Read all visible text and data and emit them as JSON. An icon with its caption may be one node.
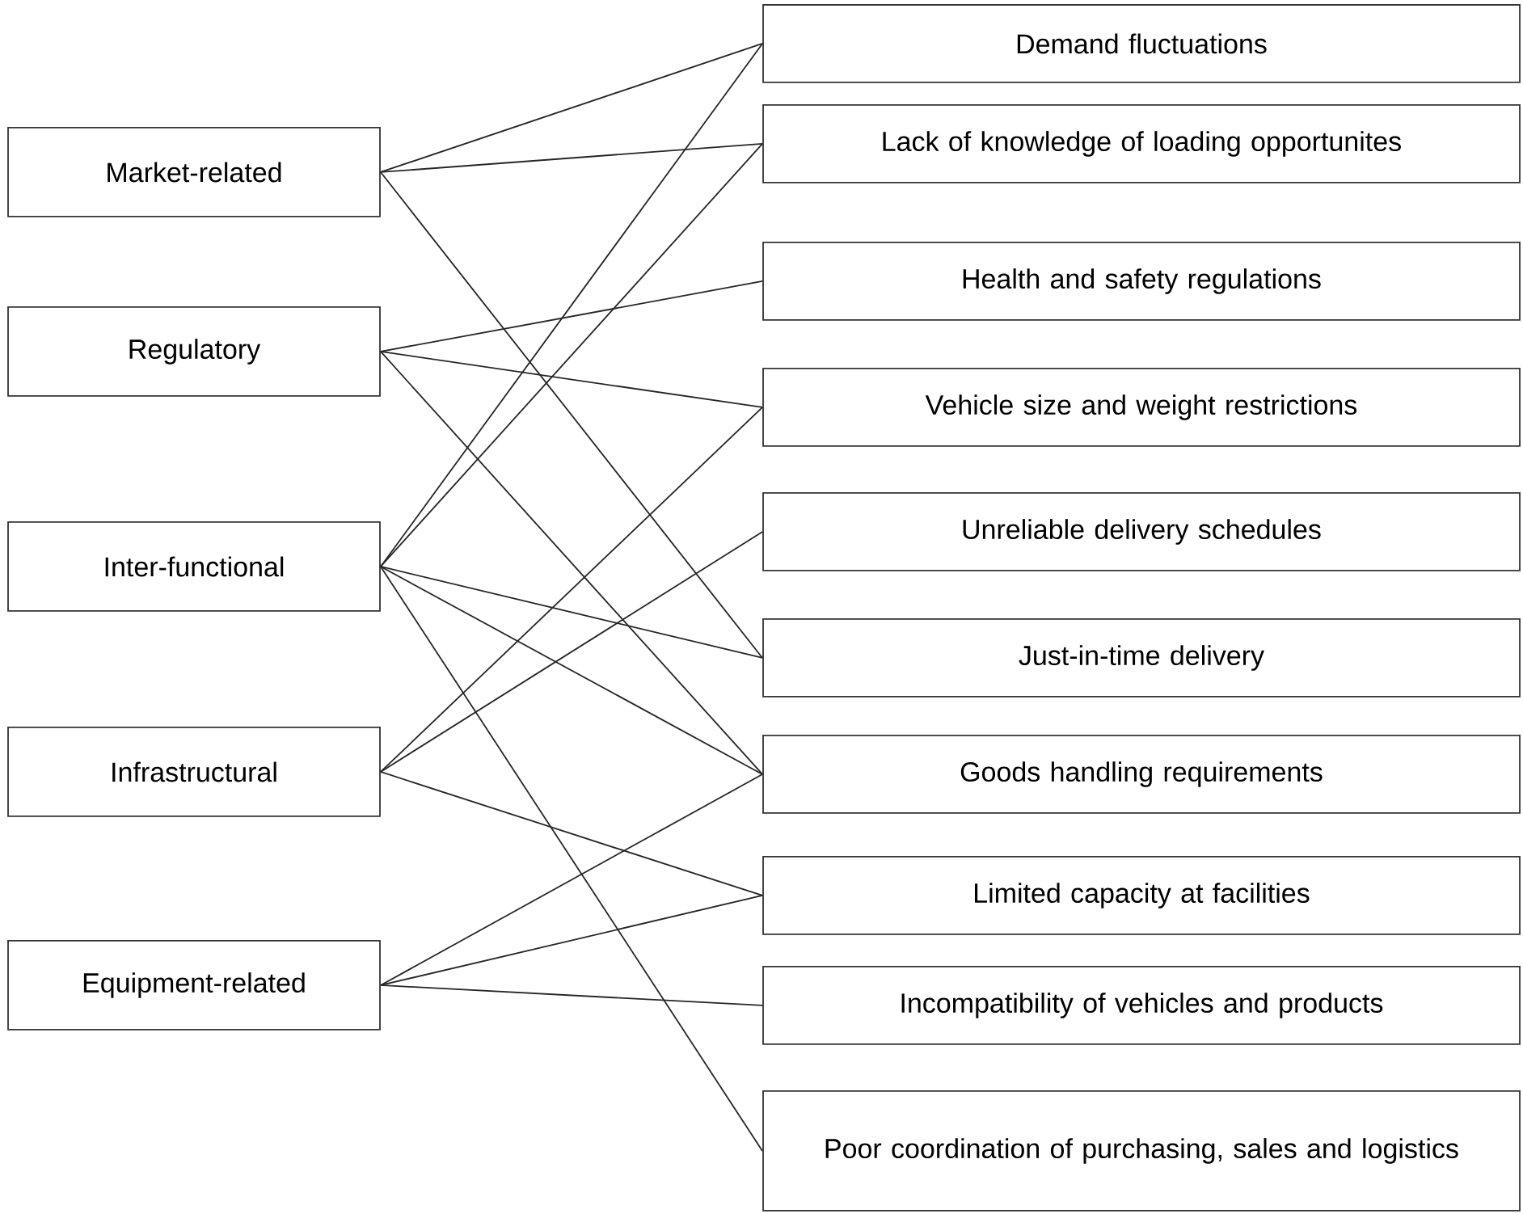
{
  "diagram": {
    "nodes": [
      {
        "text": [
          "Market-related"
        ]
      },
      {
        "text": [
          "Regulatory"
        ]
      },
      {
        "text": [
          "Inter-functional"
        ]
      },
      {
        "text": [
          "Infrastructural"
        ]
      },
      {
        "text": [
          "Equipment-related"
        ]
      },
      {
        "text": [
          "Demand fluctuations"
        ]
      },
      {
        "text": [
          "Lack of knowledge of loading opportunites"
        ]
      },
      {
        "text": [
          "Health and safety regulations"
        ]
      },
      {
        "text": [
          "Vehicle size and weight restrictions"
        ]
      },
      {
        "text": [
          "Unreliable delivery schedules"
        ]
      },
      {
        "text": [
          "Just-in-time delivery"
        ]
      },
      {
        "text": [
          "Goods handling requirements"
        ]
      },
      {
        "text": [
          "Limited capacity at facilities"
        ]
      },
      {
        "text": [
          "Incompatibility of vehicles and products"
        ]
      },
      {
        "text": [
          "Poor coordination of purchasing, sales and logistics"
        ]
      }
    ],
    "edges": [
      {
        "from": 0,
        "to": 5,
        "arrow": "none"
      },
      {
        "from": 0,
        "to": 6,
        "arrow": "none"
      },
      {
        "from": 0,
        "to": 10,
        "arrow": "none"
      },
      {
        "from": 1,
        "to": 7,
        "arrow": "none"
      },
      {
        "from": 1,
        "to": 8,
        "arrow": "none"
      },
      {
        "from": 1,
        "to": 11,
        "arrow": "none"
      },
      {
        "from": 2,
        "to": 5,
        "arrow": "none"
      },
      {
        "from": 2,
        "to": 6,
        "arrow": "none"
      },
      {
        "from": 2,
        "to": 10,
        "arrow": "none"
      },
      {
        "from": 2,
        "to": 11,
        "arrow": "none"
      },
      {
        "from": 2,
        "to": 14,
        "arrow": "none"
      },
      {
        "from": 3,
        "to": 8,
        "arrow": "none"
      },
      {
        "from": 3,
        "to": 9,
        "arrow": "none"
      },
      {
        "from": 3,
        "to": 12,
        "arrow": "none"
      },
      {
        "from": 4,
        "to": 11,
        "arrow": "none"
      },
      {
        "from": 4,
        "to": 12,
        "arrow": "none"
      },
      {
        "from": 4,
        "to": 13,
        "arrow": "none"
      }
    ]
  }
}
